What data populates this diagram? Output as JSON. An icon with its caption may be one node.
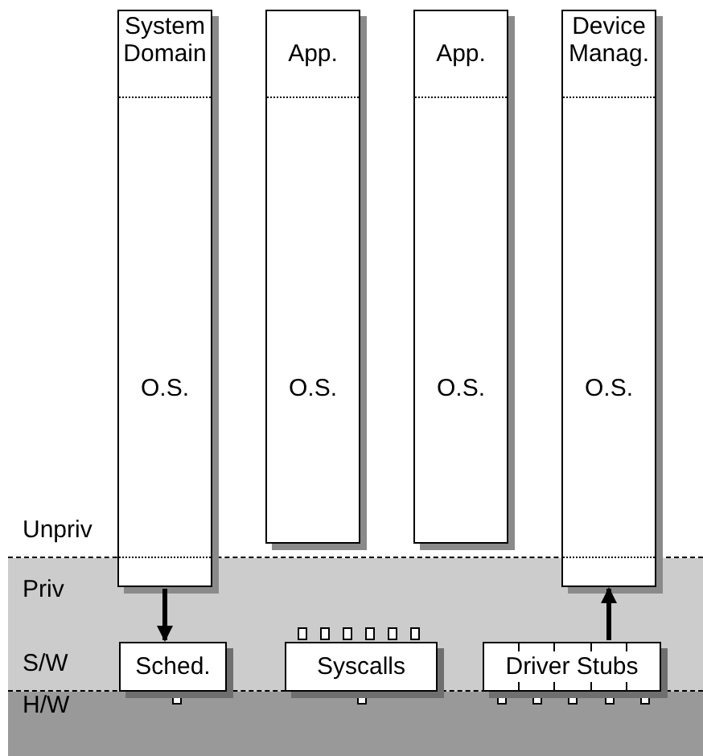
{
  "diagram": {
    "nodes": [
      {
        "text": [
          "System Domain",
          "O.S."
        ]
      },
      {
        "text": [
          "App.",
          "O.S."
        ]
      },
      {
        "text": [
          "App.",
          "O.S."
        ]
      },
      {
        "text": [
          "Device Manag.",
          "O.S."
        ]
      },
      {
        "text": [
          "Sched."
        ]
      },
      {
        "text": [
          "Syscalls"
        ]
      },
      {
        "text": [
          "Driver Stubs"
        ]
      }
    ],
    "edges": [
      {
        "from": 0,
        "to": 4,
        "arrow": "to"
      },
      {
        "from": 6,
        "to": 3,
        "arrow": "to"
      }
    ],
    "labels": [
      "Unpriv",
      "Priv",
      "S/W",
      "H/W"
    ]
  }
}
